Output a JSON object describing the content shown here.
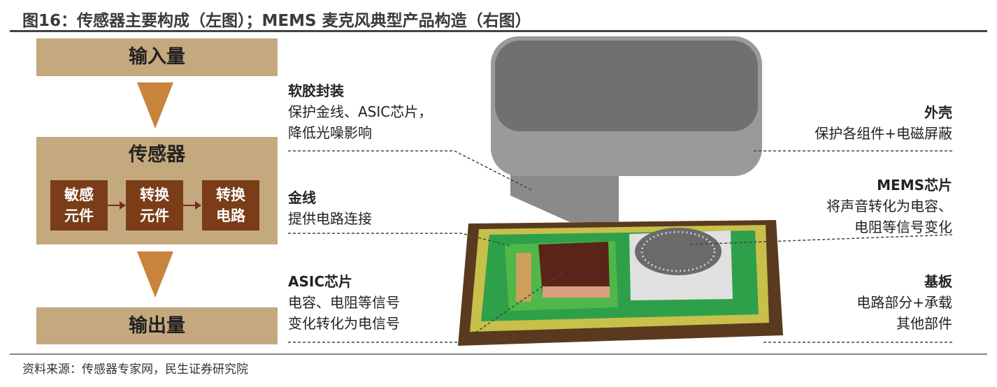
{
  "title": "图16：传感器主要构成（左图）；MEMS 麦克风典型产品构造（右图）",
  "left": {
    "input": "输入量",
    "sensor": "传感器",
    "output": "输出量",
    "subs": [
      [
        "敏感",
        "元件"
      ],
      [
        "转换",
        "元件"
      ],
      [
        "转换",
        "电路"
      ]
    ]
  },
  "right_labels": {
    "soft": {
      "title": "软胶封装",
      "lines": [
        "保护金线、ASIC芯片，",
        "降低光噪影响"
      ]
    },
    "wire": {
      "title": "金线",
      "lines": [
        "提供电路连接"
      ]
    },
    "asic": {
      "title": "ASIC芯片",
      "lines": [
        "电容、电阻等信号",
        "变化转化为电信号"
      ]
    },
    "shell": {
      "title": "外壳",
      "lines": [
        "保护各组件+电磁屏蔽"
      ]
    },
    "mems": {
      "title": "MEMS芯片",
      "lines": [
        "将声音转化为电容、",
        "电阻等信号变化"
      ]
    },
    "base": {
      "title": "基板",
      "lines": [
        "电路部分+承载",
        "其他部件"
      ]
    }
  },
  "source": "资料来源：传感器专家网，民生证券研究院"
}
